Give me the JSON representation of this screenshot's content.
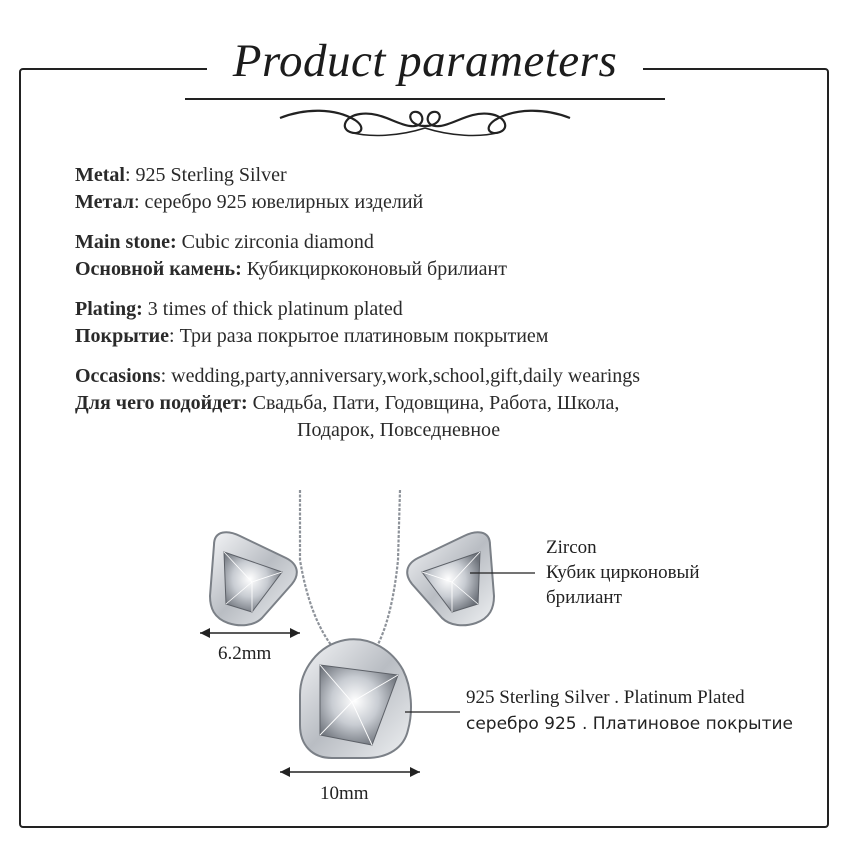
{
  "header": {
    "title": "Product parameters"
  },
  "params": [
    {
      "en_label": "Metal",
      "en_value": ": 925 Sterling Silver",
      "ru_label": "Метал",
      "ru_value": ": серебро 925 ювелирных изделий"
    },
    {
      "en_label": "Main stone:",
      "en_value": " Cubic zirconia diamond",
      "ru_label": "Основной камень:",
      "ru_value": " Кубикциркоконовый брилиант"
    },
    {
      "en_label": "Plating:",
      "en_value": "  3 times of thick platinum plated",
      "ru_label": "Покрытие",
      "ru_value": ": Три раза покрытое платиновым покрытием"
    },
    {
      "en_label": "Occasions",
      "en_value": ": wedding,party,anniversary,work,school,gift,daily wearings",
      "ru_label": "Для чего подойдет:",
      "ru_value": "  Свадьба, Пати, Годовщина, Работа, Школа,",
      "ru_value_line2": "Подарок, Повседневное"
    }
  ],
  "callouts": {
    "zircon_en": "Zircon",
    "zircon_ru_1": "Кубик цирконовый",
    "zircon_ru_2": "брилиант",
    "material_en": "925 Sterling Silver . Platinum Plated",
    "material_ru": "серебро 925 .  Платиновое покрытие",
    "earring_size": "6.2mm",
    "pendant_size": "10mm"
  },
  "colors": {
    "text": "#2a2a2a",
    "border": "#222222",
    "silver": "#c9ccd1"
  }
}
